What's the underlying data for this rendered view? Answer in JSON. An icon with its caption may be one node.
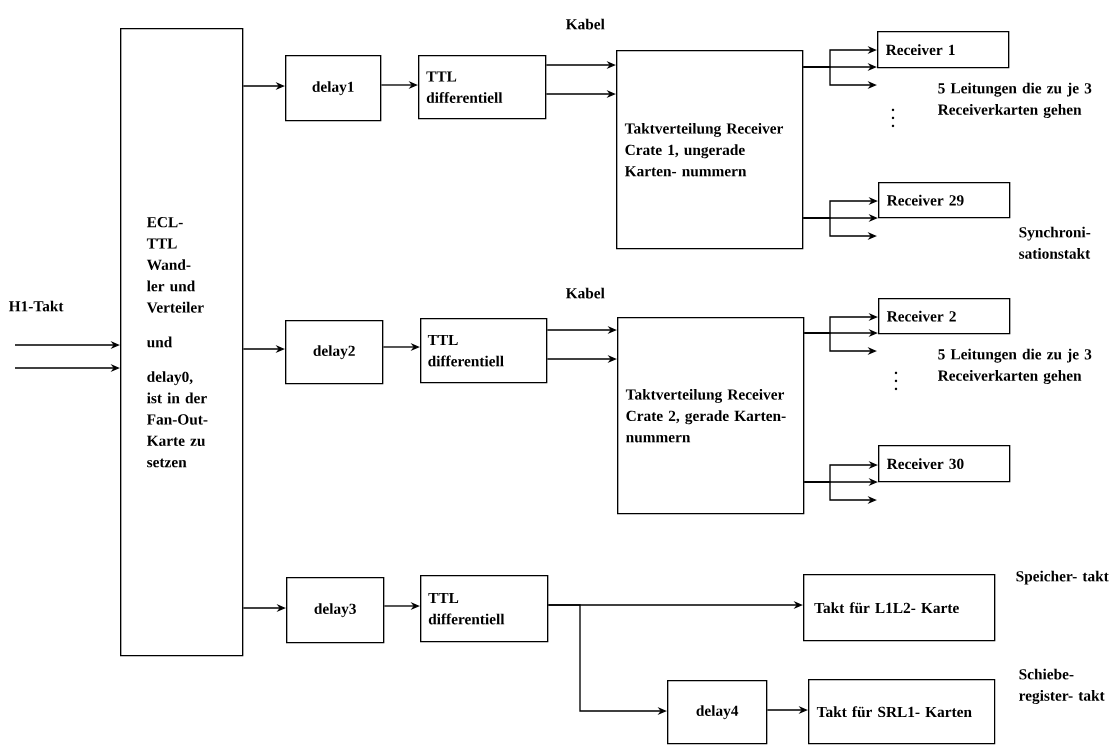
{
  "diagram": {
    "nodes": [
      {
        "text": [
          "ECL- TTL Wand- ler und Verteiler",
          "und",
          "delay0, ist in der Fan-Out- Karte zu setzen"
        ]
      },
      {
        "text": [
          "delay1"
        ]
      },
      {
        "text": [
          "TTL differentiell"
        ]
      },
      {
        "text": [
          "Taktverteilung Receiver Crate 1, ungerade Karten- nummern"
        ]
      },
      {
        "text": [
          "Receiver 1"
        ]
      },
      {
        "text": [
          "Receiver 29"
        ]
      },
      {
        "text": [
          "delay2"
        ]
      },
      {
        "text": [
          "TTL differentiell"
        ]
      },
      {
        "text": [
          "Taktverteilung Receiver Crate 2, gerade Karten- nummern"
        ]
      },
      {
        "text": [
          "Receiver 2"
        ]
      },
      {
        "text": [
          "Receiver 30"
        ]
      },
      {
        "text": [
          "delay3"
        ]
      },
      {
        "text": [
          "TTL differentiell"
        ]
      },
      {
        "text": [
          "Takt für L1L2- Karte"
        ]
      },
      {
        "text": [
          "delay4"
        ]
      },
      {
        "text": [
          "Takt für SRL1- Karten"
        ]
      }
    ],
    "edges": [
      {
        "from": null,
        "to": 0,
        "arrow": "to"
      },
      {
        "from": null,
        "to": 0,
        "arrow": "to"
      },
      {
        "from": 0,
        "to": 1,
        "arrow": "to"
      },
      {
        "from": 1,
        "to": 2,
        "arrow": "to"
      },
      {
        "from": 2,
        "to": 3,
        "arrow": "to"
      },
      {
        "from": 2,
        "to": 3,
        "arrow": "to"
      },
      {
        "from": 3,
        "to": 4,
        "arrow": "to"
      },
      {
        "from": 3,
        "to": 4,
        "arrow": "to"
      },
      {
        "from": 3,
        "to": null,
        "arrow": "to"
      },
      {
        "from": 3,
        "to": 5,
        "arrow": "to"
      },
      {
        "from": 3,
        "to": 5,
        "arrow": "to"
      },
      {
        "from": 3,
        "to": null,
        "arrow": "to"
      },
      {
        "from": 0,
        "to": 6,
        "arrow": "to"
      },
      {
        "from": 6,
        "to": 7,
        "arrow": "to"
      },
      {
        "from": 7,
        "to": 8,
        "arrow": "to"
      },
      {
        "from": 7,
        "to": 8,
        "arrow": "to"
      },
      {
        "from": 8,
        "to": 9,
        "arrow": "to"
      },
      {
        "from": 8,
        "to": 9,
        "arrow": "to"
      },
      {
        "from": 8,
        "to": null,
        "arrow": "to"
      },
      {
        "from": 8,
        "to": 10,
        "arrow": "to"
      },
      {
        "from": 8,
        "to": 10,
        "arrow": "to"
      },
      {
        "from": 8,
        "to": null,
        "arrow": "to"
      },
      {
        "from": 0,
        "to": 11,
        "arrow": "to"
      },
      {
        "from": 11,
        "to": 12,
        "arrow": "to"
      },
      {
        "from": 12,
        "to": 13,
        "arrow": "to"
      },
      {
        "from": 12,
        "to": 14,
        "arrow": "to"
      },
      {
        "from": 14,
        "to": 15,
        "arrow": "to"
      }
    ],
    "labels": [
      "Kabel",
      "5 Leitungen die zu je 3 Receiverkarten gehen",
      "Synchroni- sationstakt",
      "H1-Takt",
      "Kabel",
      "5 Leitungen die zu je 3 Receiverkarten gehen",
      "Speicher- takt",
      "Schiebe- register- takt"
    ]
  }
}
